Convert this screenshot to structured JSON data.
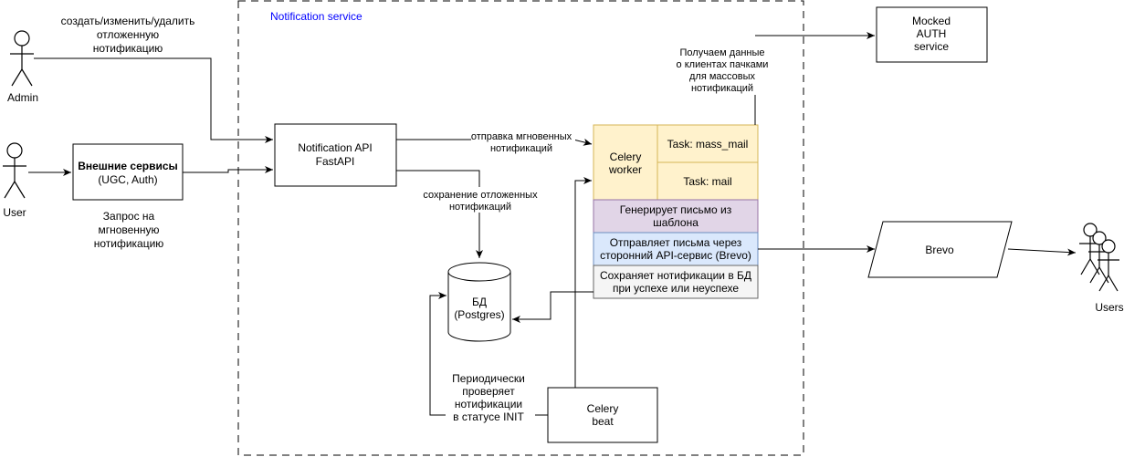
{
  "container": {
    "title": "Notification service",
    "title_color": "#0000ff"
  },
  "actors": {
    "admin": "Admin",
    "user": "User",
    "users": "Users"
  },
  "boxes": {
    "external": {
      "line1": "Внешние сервисы",
      "line2": "(UGC, Auth)"
    },
    "api": {
      "line1": "Notification API",
      "line2": "FastAPI"
    },
    "auth": {
      "line1": "Mocked",
      "line2": "AUTH",
      "line3": "service"
    },
    "db": {
      "line1": "БД",
      "line2": "(Postgres)"
    },
    "beat": {
      "line1": "Celery",
      "line2": "beat"
    },
    "brevo": "Brevo"
  },
  "worker": {
    "label_line1": "Celery",
    "label_line2": "worker",
    "task_mass": "Task: mass_mail",
    "task_mail": "Task: mail",
    "step1_line1": "Генерирует письмо из",
    "step1_line2": "шаблона",
    "step2_line1": "Отправляет письма через",
    "step2_line2": "сторонний API-сервис (Brevo)",
    "step3_line1": "Сохраняет нотификации в БД",
    "step3_line2": "при успехе или неуспехе"
  },
  "colors": {
    "worker_fill": "#fff2cc",
    "worker_stroke": "#d6b656",
    "step1_fill": "#e1d5e7",
    "step1_stroke": "#9673a6",
    "step2_fill": "#dae8fc",
    "step2_stroke": "#6c8ebf",
    "step3_fill": "#f5f5f5",
    "step3_stroke": "#666666"
  },
  "edge_labels": {
    "admin_line1": "создать/изменить/удалить",
    "admin_line2": "отложенную",
    "admin_line3": "нотификацию",
    "user_line1": "Запрос на",
    "user_line2": "мгновенную",
    "user_line3": "нотификацию",
    "instant_line1": "отправка мгновенных",
    "instant_line2": "нотификаций",
    "deferred_line1": "сохранение отложенных",
    "deferred_line2": "нотификаций",
    "auth_line1": "Получаем данные",
    "auth_line2": "о клиентах пачками",
    "auth_line3": "для массовых",
    "auth_line4": "нотификаций",
    "beat_line1": "Периодически",
    "beat_line2": "проверяет",
    "beat_line3": "нотификации",
    "beat_line4": "в статусе INIT"
  }
}
